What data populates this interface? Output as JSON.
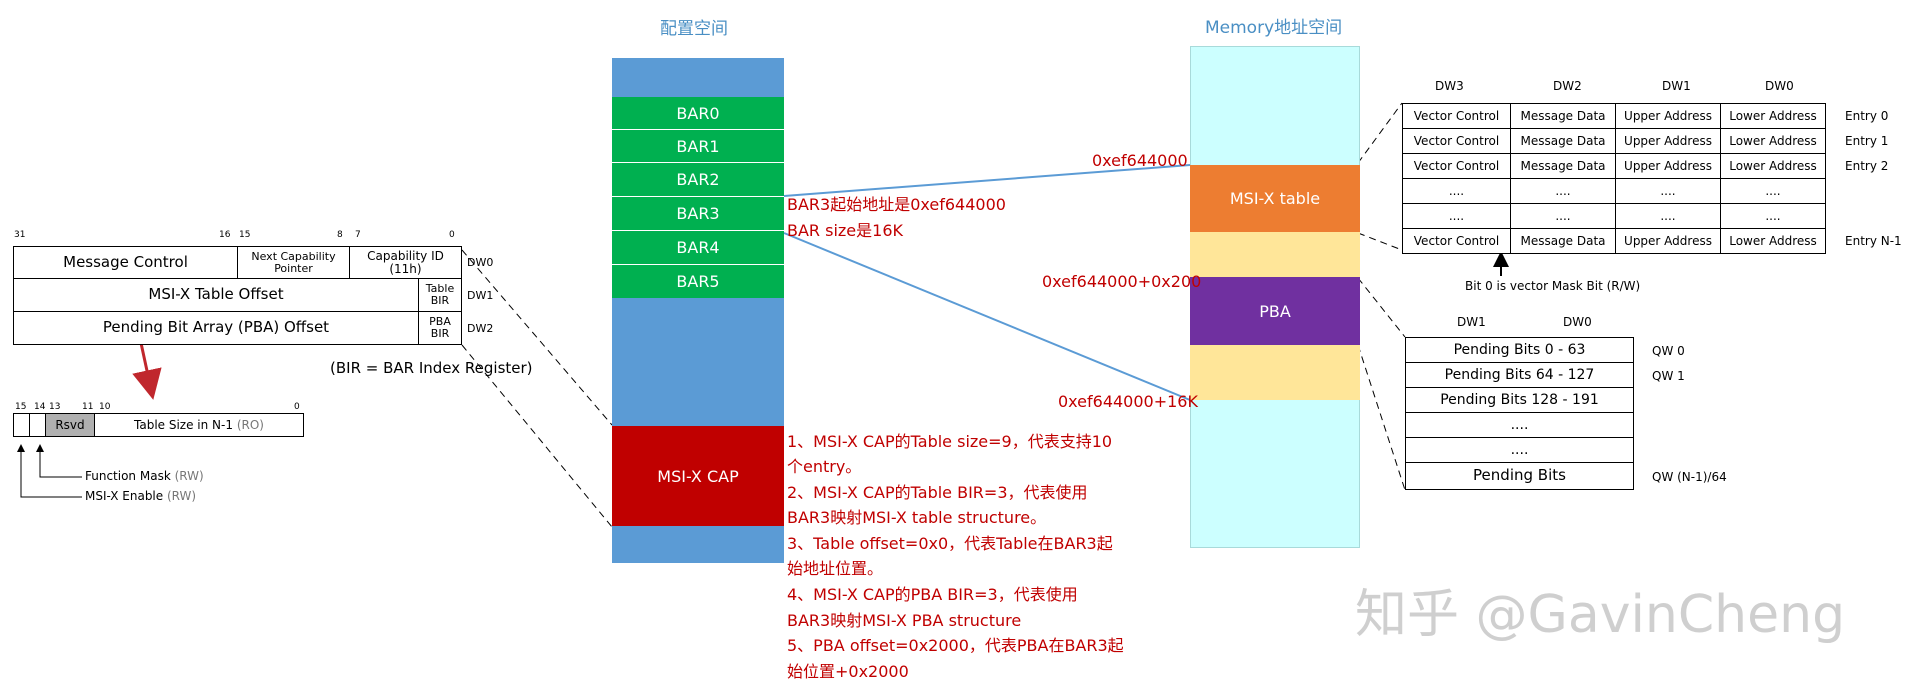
{
  "titles": {
    "config_space": "配置空间",
    "memory_space": "Memory地址空间"
  },
  "capability": {
    "bit_labels": [
      "31",
      "16",
      "15",
      "8",
      "7",
      "0"
    ],
    "row0": {
      "message_control": "Message Control",
      "next_capability_pointer": "Next Capability\nPointer",
      "capability_id": "Capability ID\n(11h)",
      "dw": "DW0"
    },
    "row1": {
      "table_offset": "MSI-X Table Offset",
      "table_bir": "Table\nBIR",
      "dw": "DW1"
    },
    "row2": {
      "pba_offset": "Pending Bit Array (PBA) Offset",
      "pba_bir": "PBA\nBIR",
      "dw": "DW2"
    },
    "bir_note": "(BIR = BAR Index Register)"
  },
  "message_control": {
    "bit_labels": [
      "15",
      "14",
      "13",
      "11",
      "10",
      "0"
    ],
    "rsvd": "Rsvd",
    "table_size": "Table Size in N-1",
    "table_size_access": "(RO)",
    "function_mask": "Function Mask",
    "function_mask_access": "(RW)",
    "msix_enable": "MSI-X Enable",
    "msix_enable_access": "(RW)"
  },
  "config_bars": [
    "BAR0",
    "BAR1",
    "BAR2",
    "BAR3",
    "BAR4",
    "BAR5"
  ],
  "msix_cap_label": "MSI-X CAP",
  "bar3_note": {
    "line1": "BAR3起始地址是0xef644000",
    "line2": "BAR size是16K"
  },
  "notes": [
    "1、MSI-X CAP的Table size=9，代表支持10",
    "个entry。",
    "2、MSI-X CAP的Table BIR=3，代表使用",
    "BAR3映射MSI-X table structure。",
    "3、Table offset=0x0，代表Table在BAR3起",
    "始地址位置。",
    "4、MSI-X CAP的PBA BIR=3，代表使用",
    "BAR3映射MSI-X PBA structure",
    "5、PBA offset=0x2000，代表PBA在BAR3起",
    "始位置+0x2000"
  ],
  "memory": {
    "addr_start": "0xef644000",
    "addr_pba": "0xef644000+0x200",
    "addr_end": "0xef644000+16K",
    "msix_table": "MSI-X table",
    "pba": "PBA"
  },
  "msix_table": {
    "headers": [
      "DW3",
      "DW2",
      "DW1",
      "DW0"
    ],
    "rows": [
      [
        "Vector Control",
        "Message Data",
        "Upper Address",
        "Lower Address"
      ],
      [
        "Vector Control",
        "Message Data",
        "Upper Address",
        "Lower Address"
      ],
      [
        "Vector Control",
        "Message Data",
        "Upper Address",
        "Lower Address"
      ],
      [
        "....",
        "....",
        "....",
        "...."
      ],
      [
        "....",
        "....",
        "....",
        "...."
      ],
      [
        "Vector Control",
        "Message Data",
        "Upper Address",
        "Lower Address"
      ]
    ],
    "entry_labels": [
      "Entry 0",
      "Entry 1",
      "Entry 2",
      "",
      "",
      "Entry N-1"
    ],
    "mask_note": "Bit 0 is vector Mask Bit (R/W)"
  },
  "pba_table": {
    "headers": [
      "DW1",
      "DW0"
    ],
    "rows": [
      "Pending Bits 0 - 63",
      "Pending Bits 64 - 127",
      "Pending Bits 128 - 191",
      "....",
      "....",
      "Pending Bits"
    ],
    "qw_labels": [
      "QW 0",
      "QW 1",
      "",
      "",
      "",
      "QW (N-1)/64"
    ]
  },
  "watermark": "知乎 @GavinCheng",
  "colors": {
    "config_blue": "#5b9bd5",
    "bar_green": "#00b050",
    "cap_red": "#c00000",
    "memory_cyan": "#ccffff",
    "msix_orange": "#ed7d31",
    "pba_purple": "#7030a0",
    "pad_yellow": "#ffe699",
    "note_red": "#c00000",
    "title_blue": "#4a8fc4"
  }
}
